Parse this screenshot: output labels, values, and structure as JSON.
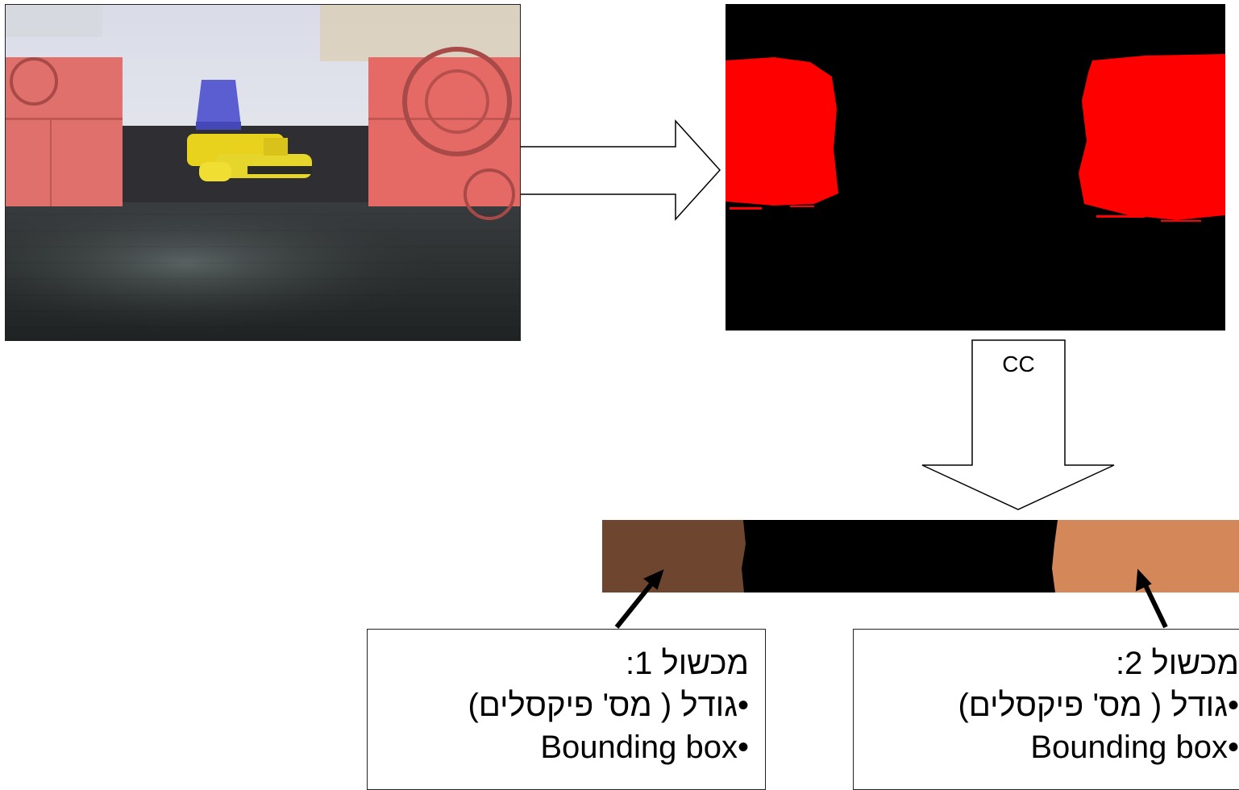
{
  "flow": {
    "cc_label": "CC"
  },
  "colors": {
    "mask_red": "#ff0000",
    "mask_background": "#000000",
    "component_1": "#6e4630",
    "component_2": "#d4885a"
  },
  "obstacles": [
    {
      "title": "מכשול 1:",
      "bullets": [
        "•גודל ( מס' פיקסלים)",
        "Bounding box•"
      ]
    },
    {
      "title": "מכשול 2:",
      "bullets": [
        "•גודל ( מס' פיקסלים)",
        "Bounding box•"
      ]
    }
  ]
}
